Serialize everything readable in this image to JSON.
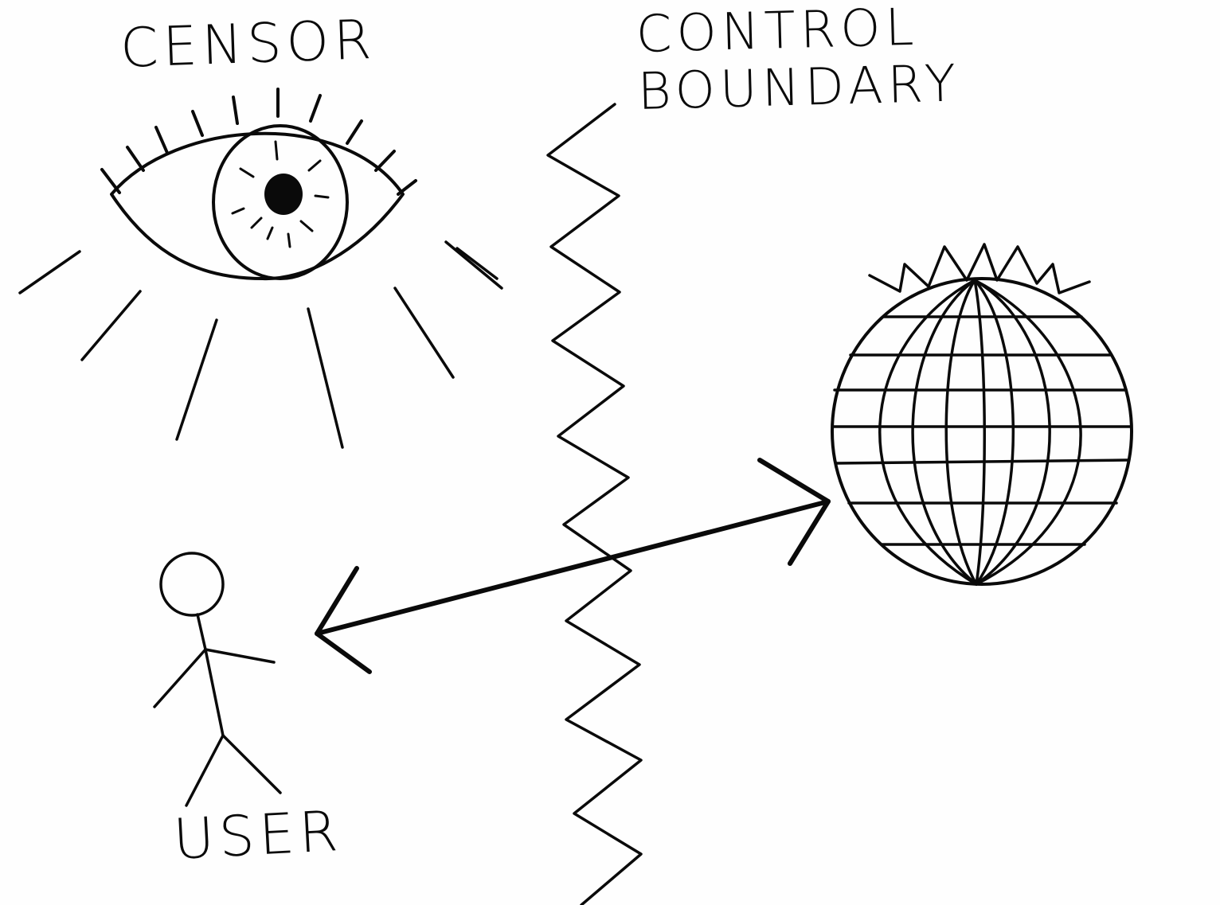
{
  "labels": {
    "censor": "CENSOR",
    "control_boundary_line1": "CONTROL",
    "control_boundary_line2": "BOUNDARY",
    "user": "USER"
  },
  "colors": {
    "ink": "#0a0a0a",
    "paper": "#fefefe"
  },
  "icons": {
    "censor": "eye-icon",
    "internet": "globe-icon",
    "user": "stick-figure-icon"
  }
}
